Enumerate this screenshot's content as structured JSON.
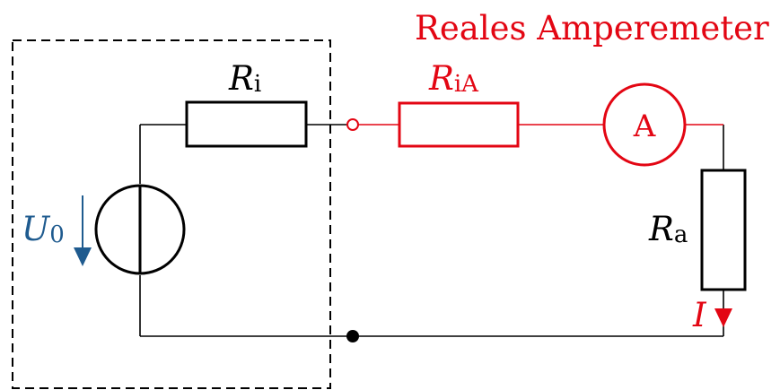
{
  "title": "Reales Amperemeter",
  "labels": {
    "ri": {
      "main": "R",
      "sub": "i"
    },
    "ria": {
      "main": "R",
      "sub": "iA"
    },
    "ra": {
      "main": "R",
      "sub": "a"
    },
    "u0": {
      "main": "U",
      "sub": "0"
    },
    "current": "I",
    "ammeter": "A"
  },
  "colors": {
    "black": "#000000",
    "red": "#e30613",
    "blue": "#1f5b8f"
  }
}
